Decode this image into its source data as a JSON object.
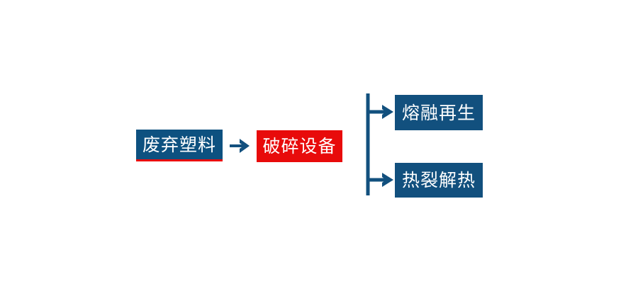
{
  "diagram": {
    "type": "process-flow",
    "background_color": "#ffffff",
    "colors": {
      "primary_blue": "#0D5180",
      "node_blue": "#12507E",
      "accent_red": "#E80B0B",
      "connector_blue": "#12507E",
      "text_on_fill": "#ffffff"
    },
    "nodes": [
      {
        "id": "waste-plastic",
        "label": "废弃塑料",
        "role": "input",
        "fill": "#0D5180",
        "underline_color": "#E80B0B"
      },
      {
        "id": "crusher",
        "label": "破碎设备",
        "role": "process-highlighted",
        "fill": "#E80B0B"
      },
      {
        "id": "melt-regeneration",
        "label": "熔融再生",
        "role": "output",
        "fill": "#12507E"
      },
      {
        "id": "pyrolysis",
        "label": "热裂解热",
        "role": "output",
        "fill": "#12507E"
      }
    ],
    "connectors": [
      {
        "id": "waste-to-crusher",
        "from": "waste-plastic",
        "to": "crusher",
        "style": "single-arrow",
        "color": "#12507E"
      },
      {
        "id": "crusher-branch",
        "from": "crusher",
        "to": [
          "melt-regeneration",
          "pyrolysis"
        ],
        "style": "branch-two-arrows",
        "color": "#12507E"
      }
    ]
  }
}
